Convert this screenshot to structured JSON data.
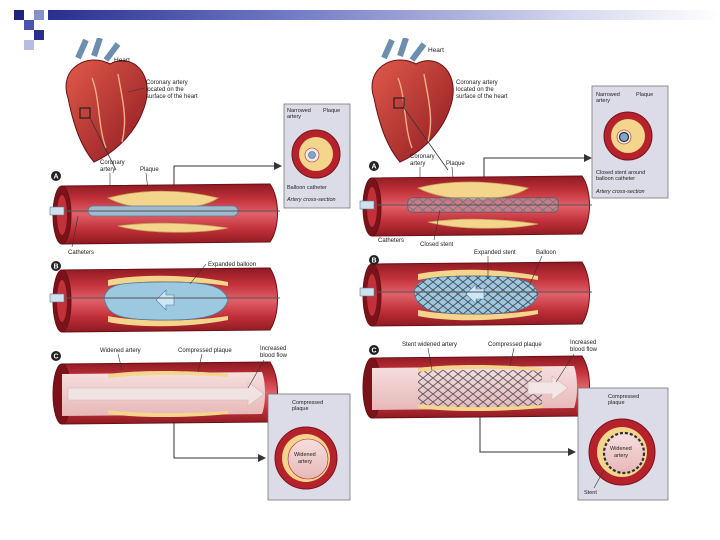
{
  "colors": {
    "artery_dark": "#8e1a22",
    "artery": "#c2313a",
    "artery_light": "#e0616a",
    "plaque": "#f3d58c",
    "balloon": "#9cc8e0",
    "stent": "#555a66",
    "catheter": "#9fb9cf",
    "panel_bg": "#dcdce8",
    "slide_accent": "#2a2f8f"
  },
  "left": {
    "heart_label": "Heart",
    "coronary_location": [
      "Coronary artery",
      "located on the",
      "surface of the heart"
    ],
    "step_a": "A",
    "step_b": "B",
    "step_c": "C",
    "coronary_artery": [
      "Coronary",
      "artery"
    ],
    "plaque": "Plaque",
    "catheters": "Catheters",
    "inset_narrowed": [
      "Narrowed",
      "artery"
    ],
    "inset_plaque": "Plaque",
    "balloon_catheter": "Balloon catheter",
    "cross_section": "Artery cross-section",
    "expanded_balloon": "Expanded balloon",
    "widened_artery": "Widened artery",
    "compressed_plaque": "Compressed plaque",
    "increased_flow": [
      "Increased",
      "blood flow"
    ],
    "bottom_compressed": [
      "Compressed",
      "plaque"
    ],
    "bottom_widened": [
      "Widened",
      "artery"
    ]
  },
  "right": {
    "heart_label": "Heart",
    "coronary_location": [
      "Coronary artery",
      "located on the",
      "surface of the heart"
    ],
    "step_a": "A",
    "step_b": "B",
    "step_c": "C",
    "coronary_artery": [
      "Coronary",
      "artery"
    ],
    "plaque": "Plaque",
    "catheters": "Catheters",
    "closed_stent": "Closed stent",
    "inset_narrowed": [
      "Narrowed",
      "artery"
    ],
    "inset_plaque": "Plaque",
    "closed_stent_around": [
      "Closed stent around",
      "balloon catheter"
    ],
    "cross_section": "Artery cross-section",
    "expanded_stent": "Expanded stent",
    "balloon": "Balloon",
    "stent_widened": "Stent widened artery",
    "compressed_plaque": "Compressed plaque",
    "increased_flow": [
      "Increased",
      "blood flow"
    ],
    "bottom_compressed": [
      "Compressed",
      "plaque"
    ],
    "bottom_widened": [
      "Widened",
      "artery"
    ],
    "stent": "Stent"
  }
}
